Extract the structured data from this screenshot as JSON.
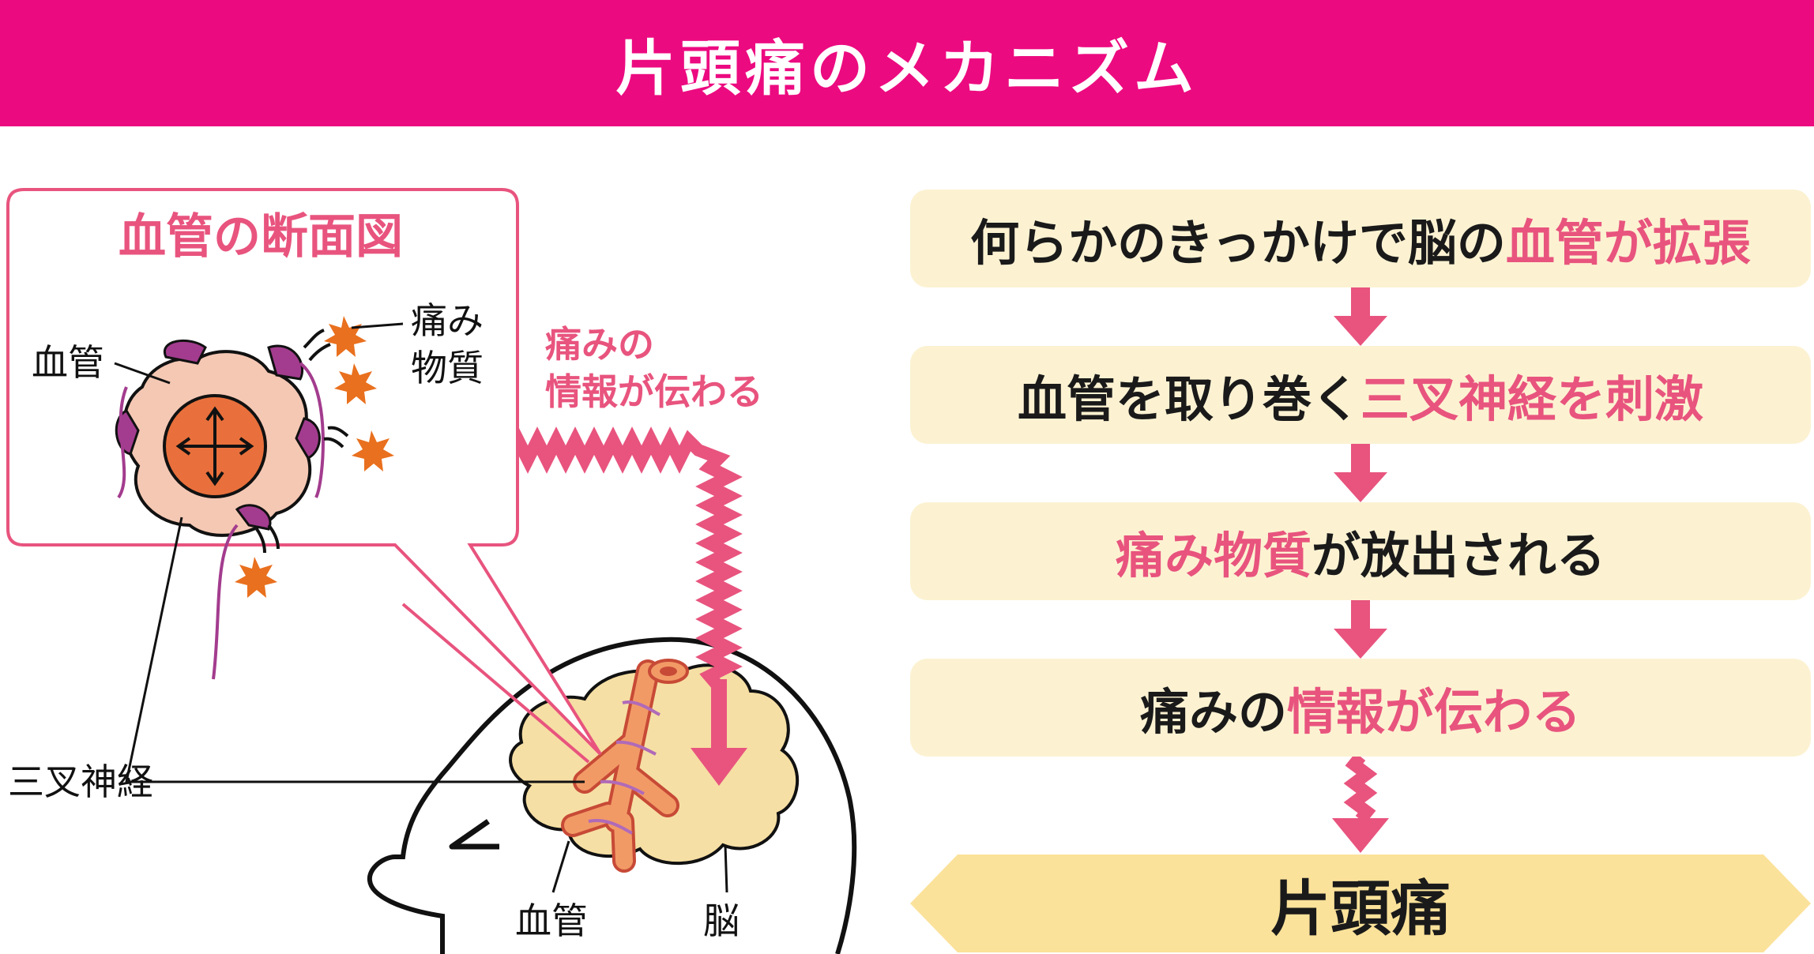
{
  "title": "片頭痛のメカニズム",
  "colors": {
    "accent": "#EC0A80",
    "pink_text": "#E8547E",
    "step_bg": "#FCF2D2",
    "result_bg": "#FBE29A",
    "nerve": "#E8547E"
  },
  "diagram": {
    "inset_title": "血管の断面図",
    "label_vessel_inset": "血管",
    "label_pain_substance_1": "痛み",
    "label_pain_substance_2": "物質",
    "label_info_1": "痛みの",
    "label_info_2": "情報が伝わる",
    "label_trigeminal": "三叉神経",
    "label_vessel_brain": "血管",
    "label_brain": "脳"
  },
  "steps": [
    {
      "parts": [
        {
          "text": "何らかのきっかけで脳の",
          "hl": false
        },
        {
          "text": "血管が拡張",
          "hl": true
        }
      ]
    },
    {
      "parts": [
        {
          "text": "血管を取り巻く",
          "hl": false
        },
        {
          "text": "三叉神経を刺激",
          "hl": true
        }
      ]
    },
    {
      "parts": [
        {
          "text": "痛み物質",
          "hl": true
        },
        {
          "text": "が放出される",
          "hl": false
        }
      ]
    },
    {
      "parts": [
        {
          "text": "痛みの",
          "hl": false
        },
        {
          "text": "情報が伝わる",
          "hl": true
        }
      ]
    }
  ],
  "result": "片頭痛"
}
